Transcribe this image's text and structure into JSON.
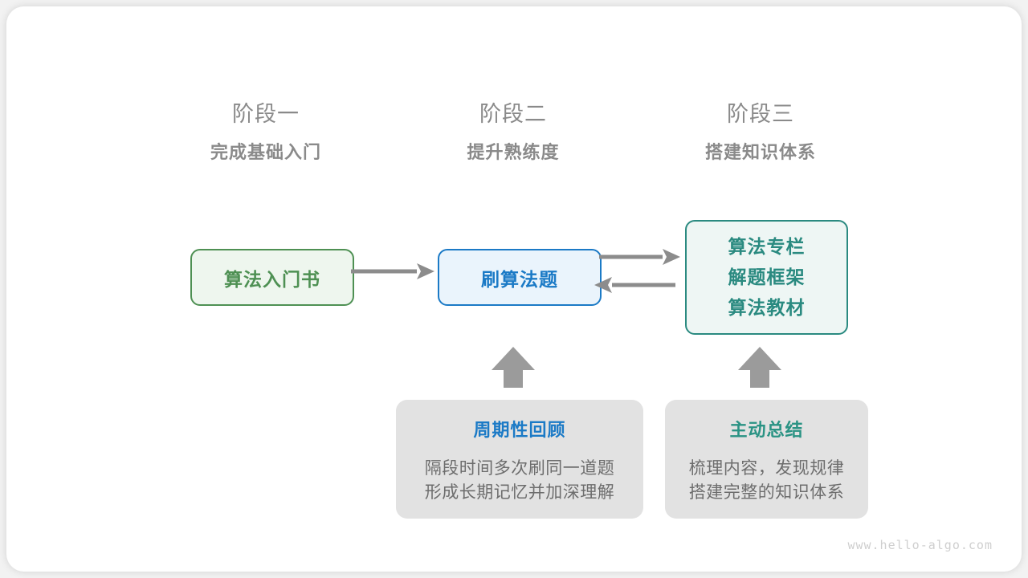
{
  "stages": [
    {
      "title": "阶段一",
      "subtitle": "完成基础入门"
    },
    {
      "title": "阶段二",
      "subtitle": "提升熟练度"
    },
    {
      "title": "阶段三",
      "subtitle": "搭建知识体系"
    }
  ],
  "flow": {
    "book": {
      "label": "算法入门书",
      "border_color": "#4e9053",
      "fill_color": "#eef6ee"
    },
    "practice": {
      "label": "刷算法题",
      "border_color": "#1b7ac6",
      "fill_color": "#eaf4fc"
    },
    "resources": {
      "lines": [
        "算法专栏",
        "解题框架",
        "算法教材"
      ],
      "border_color": "#2a8a80",
      "fill_color": "#eef6f4"
    }
  },
  "notes": [
    {
      "title": "周期性回顾",
      "title_color": "#1b7ac6",
      "body": [
        "隔段时间多次刷同一道题",
        "形成长期记忆并加深理解"
      ]
    },
    {
      "title": "主动总结",
      "title_color": "#2a9384",
      "body": [
        "梳理内容，发现规律",
        "搭建完整的知识体系"
      ]
    }
  ],
  "arrows": {
    "color": "#8c8c8c",
    "book_to_practice": "arrow-right-icon",
    "practice_to_resources": "arrow-right-icon",
    "resources_to_practice": "arrow-left-icon",
    "review_to_practice": "arrow-up-icon",
    "summary_to_resources": "arrow-up-icon"
  },
  "watermark": "www.hello-algo.com"
}
